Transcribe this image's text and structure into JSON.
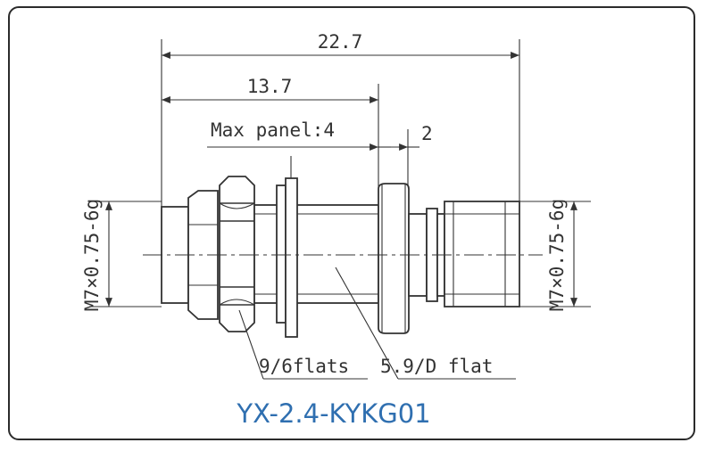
{
  "drawing": {
    "model": "YX-2.4-KYKG01",
    "dimensions": {
      "overall_length": "22.7",
      "length_to_flange": "13.7",
      "max_panel": "Max panel:4",
      "flange": "2",
      "thread_left": "M7×0.75-6g",
      "thread_right": "M7×0.75-6g"
    },
    "callouts": {
      "nut_flats": "9/6flats",
      "d_flat": "5.9/D flat"
    }
  },
  "colors": {
    "line": "#333333",
    "model_text": "#2f6fb0"
  }
}
